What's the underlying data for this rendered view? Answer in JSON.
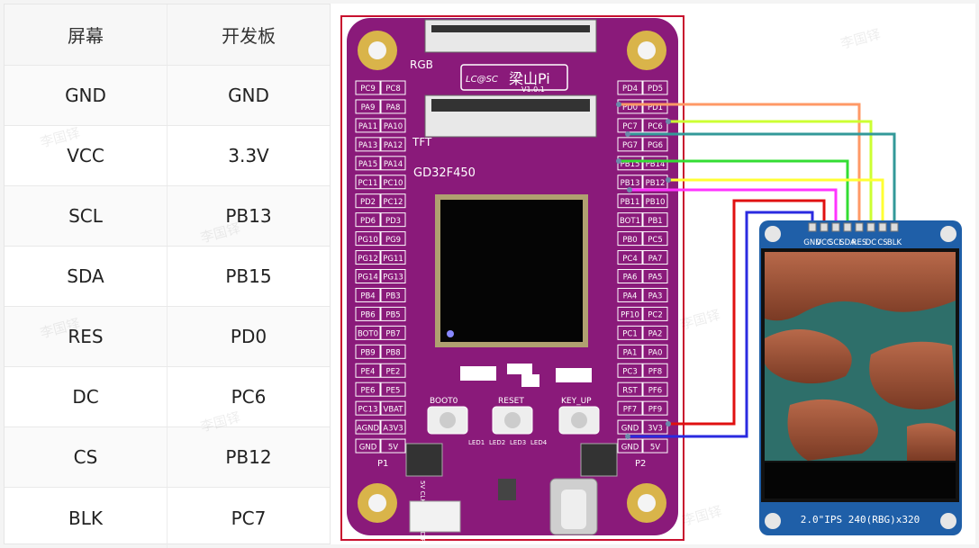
{
  "table": {
    "headers": [
      "屏幕",
      "开发板"
    ],
    "rows": [
      [
        "GND",
        "GND"
      ],
      [
        "VCC",
        "3.3V"
      ],
      [
        "SCL",
        "PB13"
      ],
      [
        "SDA",
        "PB15"
      ],
      [
        "RES",
        "PD0"
      ],
      [
        "DC",
        "PC6"
      ],
      [
        "CS",
        "PB12"
      ],
      [
        "BLK",
        "PC7"
      ]
    ]
  },
  "board": {
    "brand": "LC@SC",
    "name": "梁山Pi",
    "version": "V1.0.1",
    "chip": "GD32F450",
    "rgb_label": "RGB",
    "tft_label": "TFT",
    "p1": "P1",
    "p2": "P2",
    "buttons": [
      "BOOT0",
      "RESET",
      "KEY_UP"
    ],
    "leds": [
      "LED1",
      "LED2",
      "LED3",
      "LED4"
    ],
    "uart_pins": "5V CLK SWD GND RXD TXD",
    "left_pins": [
      [
        "PC9",
        "PC8"
      ],
      [
        "PA9",
        "PA8"
      ],
      [
        "PA11",
        "PA10"
      ],
      [
        "PA13",
        "PA12"
      ],
      [
        "PA15",
        "PA14"
      ],
      [
        "PC11",
        "PC10"
      ],
      [
        "PD2",
        "PC12"
      ],
      [
        "PD6",
        "PD3"
      ],
      [
        "PG10",
        "PG9"
      ],
      [
        "PG12",
        "PG11"
      ],
      [
        "PG14",
        "PG13"
      ],
      [
        "PB4",
        "PB3"
      ],
      [
        "PB6",
        "PB5"
      ],
      [
        "BOT0",
        "PB7"
      ],
      [
        "PB9",
        "PB8"
      ],
      [
        "PE4",
        "PE2"
      ],
      [
        "PE6",
        "PE5"
      ],
      [
        "PC13",
        "VBAT"
      ],
      [
        "AGND",
        "A3V3"
      ],
      [
        "GND",
        "5V"
      ]
    ],
    "right_pins": [
      [
        "PD4",
        "PD5"
      ],
      [
        "PD0",
        "PD1"
      ],
      [
        "PC7",
        "PC6"
      ],
      [
        "PG7",
        "PG6"
      ],
      [
        "PB15",
        "PB14"
      ],
      [
        "PB13",
        "PB12"
      ],
      [
        "PB11",
        "PB10"
      ],
      [
        "BOT1",
        "PB1"
      ],
      [
        "PB0",
        "PC5"
      ],
      [
        "PC4",
        "PA7"
      ],
      [
        "PA6",
        "PA5"
      ],
      [
        "PA4",
        "PA3"
      ],
      [
        "PF10",
        "PC2"
      ],
      [
        "PC1",
        "PA2"
      ],
      [
        "PA1",
        "PA0"
      ],
      [
        "PC3",
        "PF8"
      ],
      [
        "RST",
        "PF6"
      ],
      [
        "PF7",
        "PF9"
      ],
      [
        "GND",
        "3V3"
      ],
      [
        "GND",
        "5V"
      ]
    ]
  },
  "lcd": {
    "pins": [
      "GND",
      "VCC",
      "SCL",
      "SDA",
      "RES",
      "DC",
      "CS",
      "BLK"
    ],
    "caption": "2.0\"IPS 240(RBG)x320"
  },
  "watermark": "李国铎",
  "colors": {
    "board": "#8a1a7a",
    "pcb_edge": "#c8102e",
    "gold": "#d9b44a",
    "lcd_frame": "#1f5fa8",
    "wire_gnd": "#2a2ae0",
    "wire_vcc": "#e01010",
    "wire_scl": "#ff33ff",
    "wire_sda": "#33dd33",
    "wire_res": "#ff9966",
    "wire_dc": "#ccff33",
    "wire_cs": "#ffff33",
    "wire_blk": "#339999"
  }
}
